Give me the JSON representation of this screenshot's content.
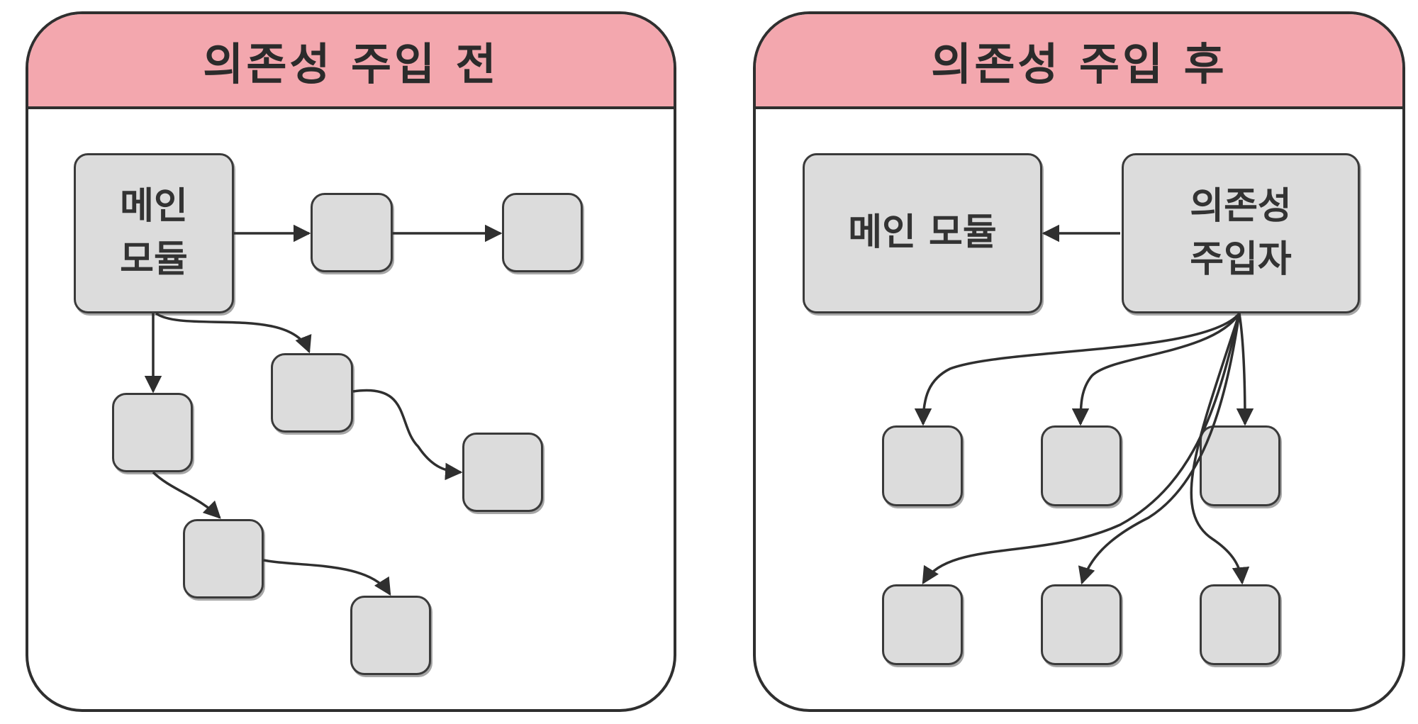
{
  "before": {
    "title": "의존성 주입 전",
    "main_module_label": "메인\n모듈"
  },
  "after": {
    "title": "의존성 주입 후",
    "main_module_label": "메인 모듈",
    "injector_label": "의존성\n주입자"
  },
  "colors": {
    "header": "#f3a7ae",
    "node_fill": "#dcdcdc",
    "stroke": "#2f2f2f"
  }
}
